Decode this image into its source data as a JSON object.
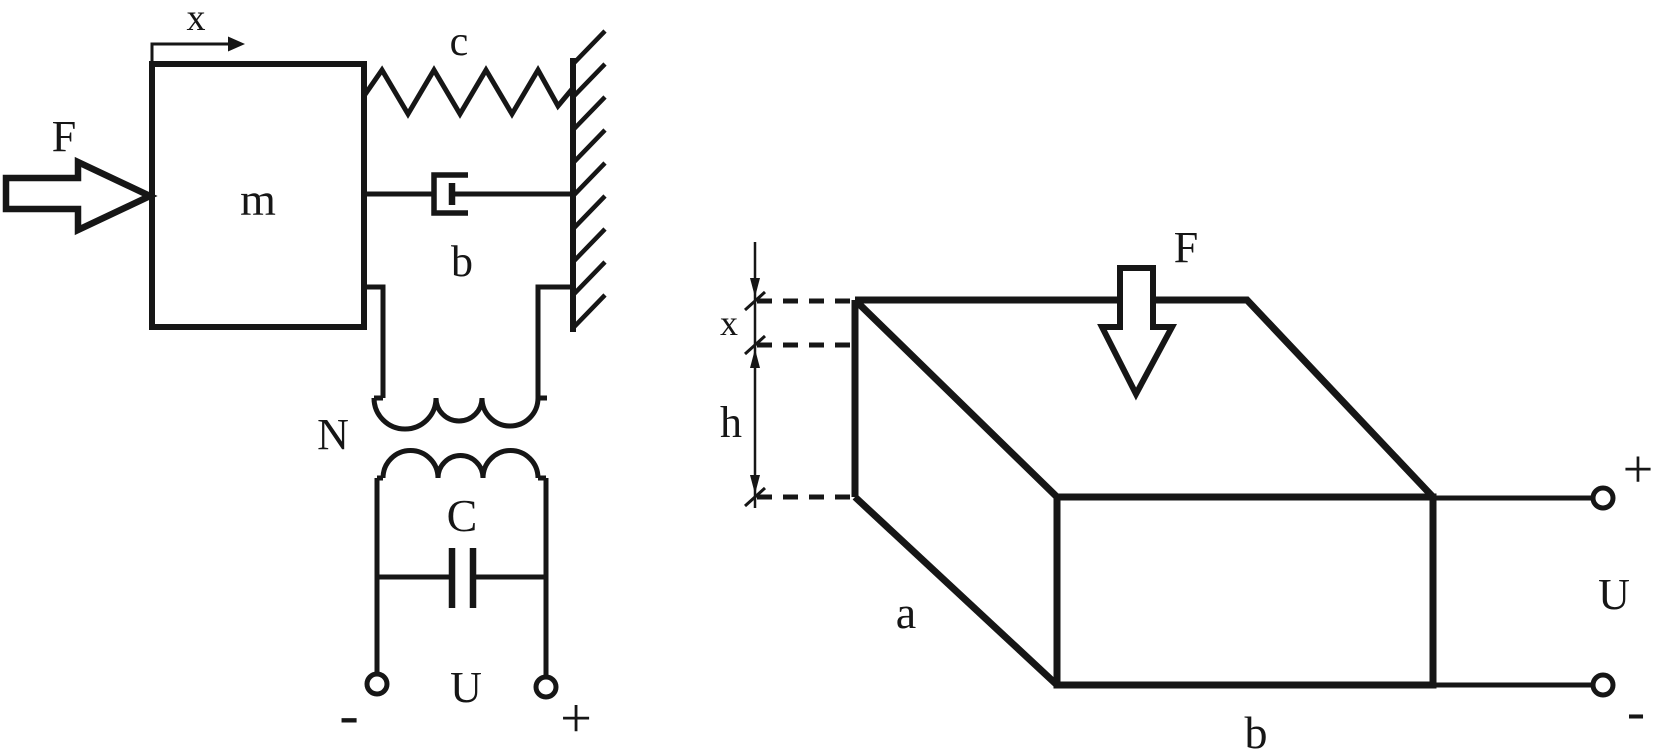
{
  "colors": {
    "ink": "#161616",
    "background": "#ffffff"
  },
  "left": {
    "name": "spring-mass-damper system with transformer pickup and capacitor output",
    "labels": {
      "displacement": "x",
      "force": "F",
      "mass": "m",
      "spring": "c",
      "damper": "b",
      "winding": "N",
      "capacitor": "C",
      "voltage": "U",
      "terminal_minus": "-",
      "terminal_plus": "+"
    }
  },
  "right": {
    "name": "piezoelectric crystal block under force with electrode terminals",
    "labels": {
      "force": "F",
      "deflection": "x",
      "height": "h",
      "side_a": "a",
      "side_b": "b",
      "voltage": "U",
      "terminal_plus": "+",
      "terminal_minus": "-"
    }
  }
}
